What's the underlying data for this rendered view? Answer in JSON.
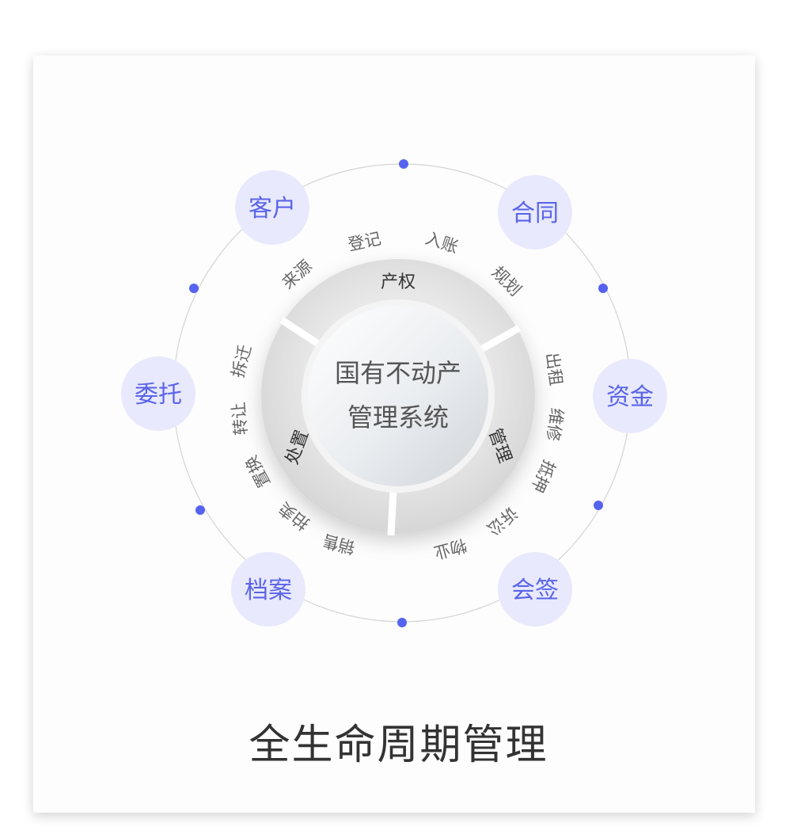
{
  "center": {
    "line1": "国有不动产",
    "line2": "管理系统"
  },
  "segments": {
    "top": {
      "label": "产权",
      "items": [
        "来源",
        "登记",
        "入账",
        "规划"
      ]
    },
    "right": {
      "label": "管理",
      "items": [
        "出租",
        "维修",
        "抵押",
        "诉讼",
        "物业"
      ]
    },
    "left": {
      "label": "处置",
      "items": [
        "拆迁",
        "转让",
        "置换",
        "拍卖",
        "销售"
      ]
    }
  },
  "nodes": [
    "客户",
    "合同",
    "资金",
    "会签",
    "档案",
    "委托"
  ],
  "caption": "全生命周期管理",
  "colors": {
    "accent": "#5563ee",
    "node_fill": "#e8e9fd",
    "node_text": "#5a64e8",
    "ring_line": "#cfcfcf",
    "outer_text": "#666666",
    "segment_label": "#333333"
  }
}
